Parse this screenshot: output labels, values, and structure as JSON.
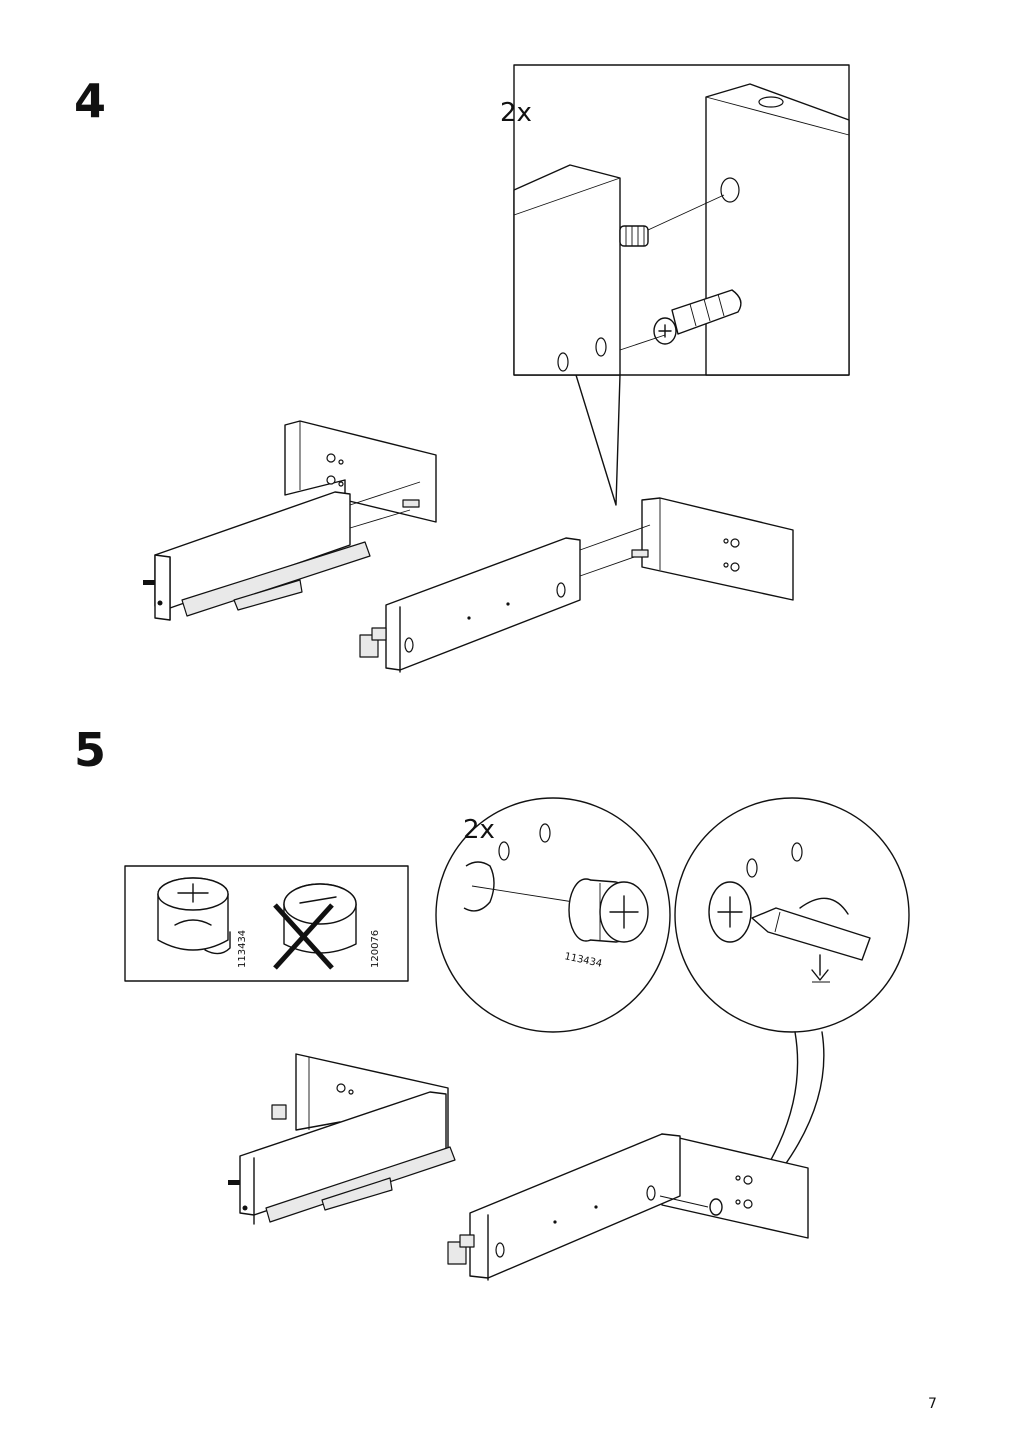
{
  "steps": [
    {
      "number": "4",
      "quantity_label": "2x"
    },
    {
      "number": "5",
      "quantity_label": "2x"
    }
  ],
  "step5": {
    "part_box": {
      "correct_part_id": "113434",
      "wrong_part_id": "120076"
    },
    "callout_part_id": "113434"
  },
  "page": {
    "number": "7"
  }
}
